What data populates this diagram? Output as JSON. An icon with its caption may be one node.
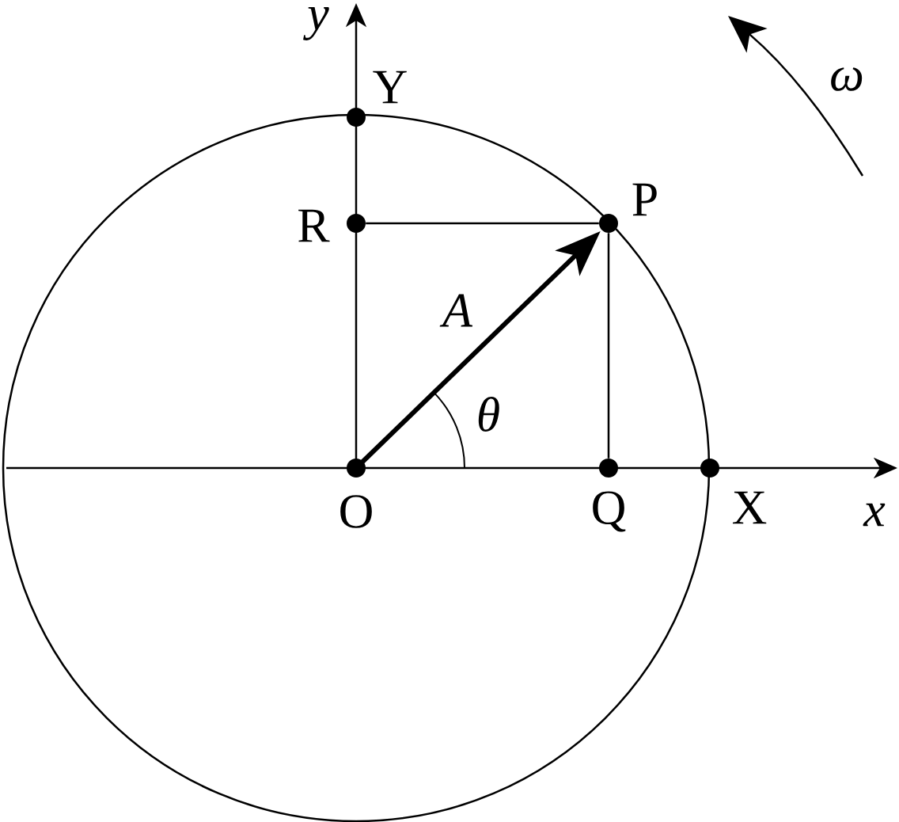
{
  "diagram": {
    "nodes": [
      {
        "text": [],
        "shape": "circle",
        "beside": [
          "O"
        ]
      },
      {
        "text": [],
        "shape": "circle",
        "beside": [
          "Q"
        ]
      },
      {
        "text": [],
        "shape": "circle",
        "beside": [
          "X"
        ]
      },
      {
        "text": [],
        "shape": "circle",
        "beside": [
          "P"
        ]
      },
      {
        "text": [],
        "shape": "circle",
        "beside": [
          "R"
        ]
      },
      {
        "text": [],
        "shape": "circle",
        "beside": [
          "Y"
        ]
      }
    ],
    "edges": [
      {
        "from": 0,
        "to": 3,
        "arrow": "to",
        "style": "thick",
        "label": "A"
      },
      {
        "from": 4,
        "to": 3,
        "arrow": "none"
      },
      {
        "from": 3,
        "to": 1,
        "arrow": "none"
      }
    ],
    "labels": [
      "y",
      "ω",
      "θ",
      "x"
    ]
  }
}
